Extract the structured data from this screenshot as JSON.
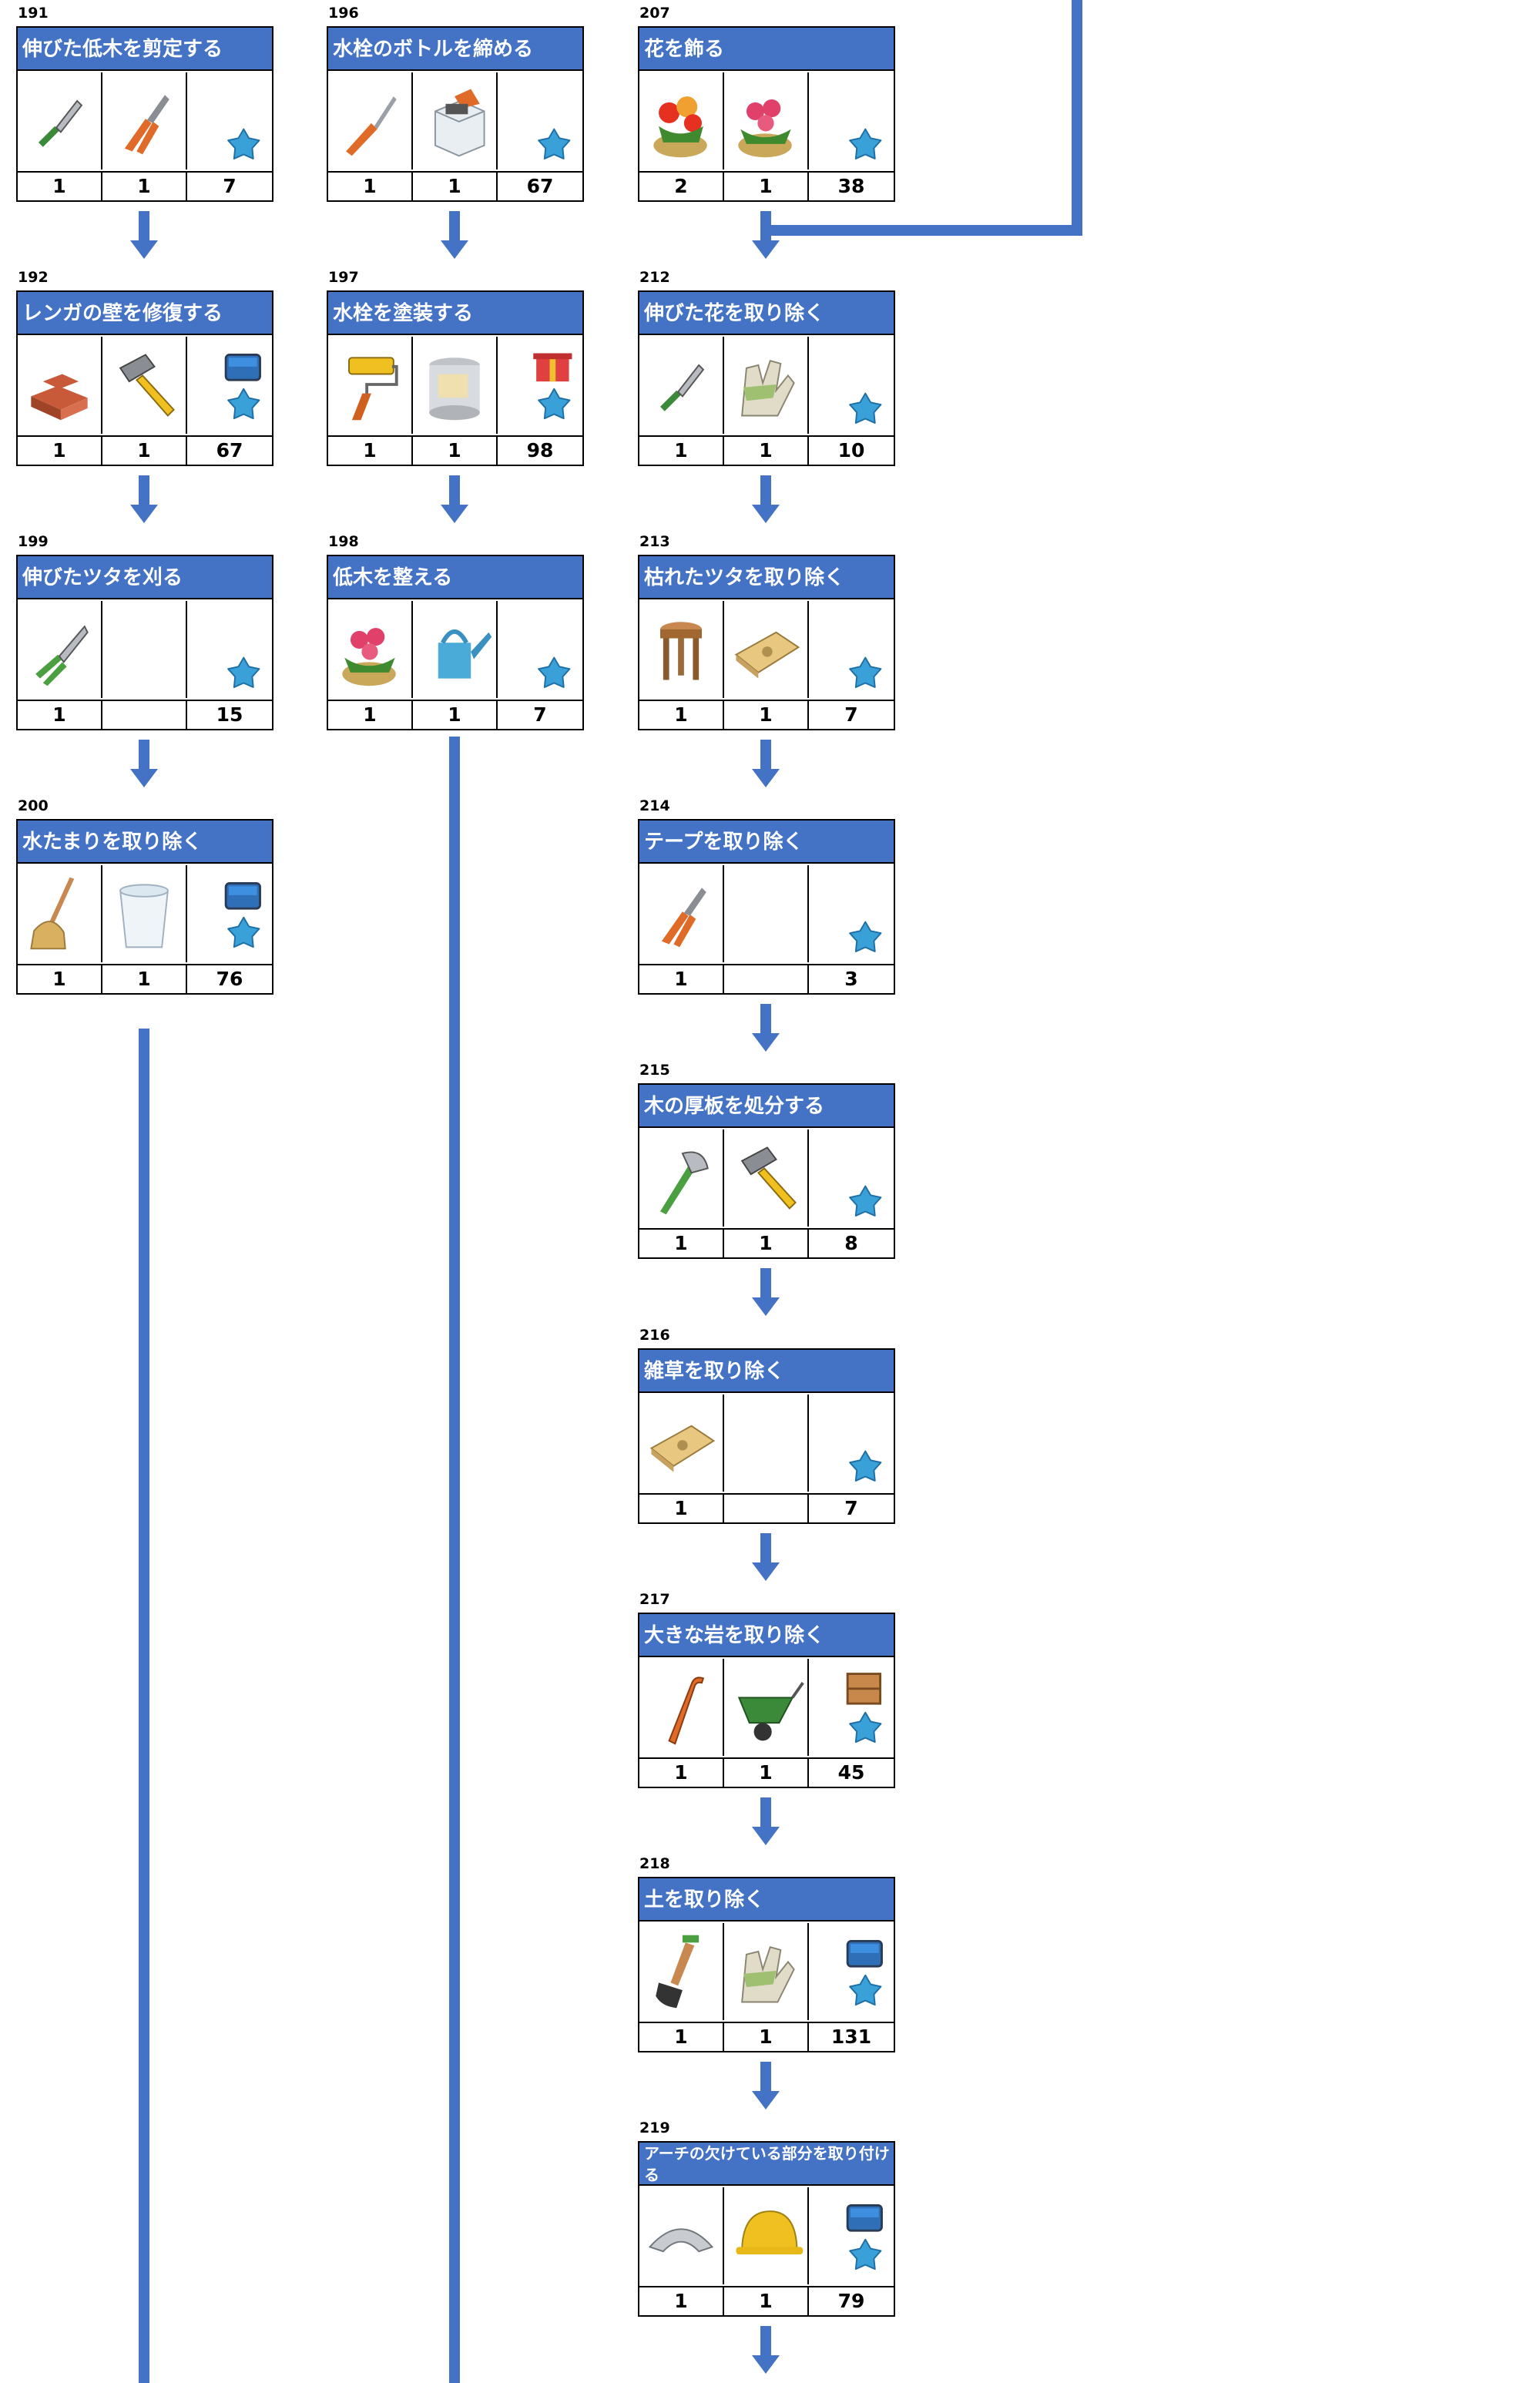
{
  "tasks": [
    {
      "id": "191",
      "title": "伸びた低木を剪定する",
      "items": [
        {
          "icon": "trowel-icon",
          "qty": "1"
        },
        {
          "icon": "pliers-icon",
          "qty": "1"
        },
        {
          "icon": "star-icon",
          "qty": "7"
        }
      ]
    },
    {
      "id": "196",
      "title": "水栓のボトルを締める",
      "items": [
        {
          "icon": "screwdriver-icon",
          "qty": "1"
        },
        {
          "icon": "nails-box-icon",
          "qty": "1"
        },
        {
          "icon": "star-icon",
          "qty": "67"
        }
      ]
    },
    {
      "id": "207",
      "title": "花を飾る",
      "items": [
        {
          "icon": "flower-pot-icon",
          "qty": "2"
        },
        {
          "icon": "rose-pot-icon",
          "qty": "1"
        },
        {
          "icon": "star-icon",
          "qty": "38"
        }
      ]
    },
    {
      "id": "192",
      "title": "レンガの壁を修復する",
      "items": [
        {
          "icon": "bricks-icon",
          "qty": "1"
        },
        {
          "icon": "hammer-icon",
          "qty": "1"
        },
        {
          "icon": "chest-star-icon",
          "qty": "67"
        }
      ]
    },
    {
      "id": "197",
      "title": "水栓を塗装する",
      "items": [
        {
          "icon": "paint-roller-icon",
          "qty": "1"
        },
        {
          "icon": "paint-can-icon",
          "qty": "1"
        },
        {
          "icon": "gift-star-icon",
          "qty": "98"
        }
      ]
    },
    {
      "id": "212",
      "title": "伸びた花を取り除く",
      "items": [
        {
          "icon": "trowel-icon",
          "qty": "1"
        },
        {
          "icon": "gloves-icon",
          "qty": "1"
        },
        {
          "icon": "star-icon",
          "qty": "10"
        }
      ]
    },
    {
      "id": "199",
      "title": "伸びたツタを刈る",
      "items": [
        {
          "icon": "shears-icon",
          "qty": "1"
        },
        {
          "icon": "",
          "qty": ""
        },
        {
          "icon": "star-icon",
          "qty": "15"
        }
      ]
    },
    {
      "id": "198",
      "title": "低木を整える",
      "items": [
        {
          "icon": "rose-pot-icon",
          "qty": "1"
        },
        {
          "icon": "watering-can-icon",
          "qty": "1"
        },
        {
          "icon": "star-icon",
          "qty": "7"
        }
      ]
    },
    {
      "id": "213",
      "title": "枯れたツタを取り除く",
      "items": [
        {
          "icon": "stool-icon",
          "qty": "1"
        },
        {
          "icon": "sack-icon",
          "qty": "1"
        },
        {
          "icon": "star-icon",
          "qty": "7"
        }
      ]
    },
    {
      "id": "200",
      "title": "水たまりを取り除く",
      "items": [
        {
          "icon": "mop-icon",
          "qty": "1"
        },
        {
          "icon": "bucket-icon",
          "qty": "1"
        },
        {
          "icon": "chest-star-icon",
          "qty": "76"
        }
      ]
    },
    {
      "id": "214",
      "title": "テープを取り除く",
      "items": [
        {
          "icon": "pliers-icon",
          "qty": "1"
        },
        {
          "icon": "",
          "qty": ""
        },
        {
          "icon": "star-icon",
          "qty": "3"
        }
      ]
    },
    {
      "id": "215",
      "title": "木の厚板を処分する",
      "items": [
        {
          "icon": "axe-icon",
          "qty": "1"
        },
        {
          "icon": "hammer-icon",
          "qty": "1"
        },
        {
          "icon": "star-icon",
          "qty": "8"
        }
      ]
    },
    {
      "id": "216",
      "title": "雑草を取り除く",
      "items": [
        {
          "icon": "sack-icon",
          "qty": "1"
        },
        {
          "icon": "",
          "qty": ""
        },
        {
          "icon": "star-icon",
          "qty": "7"
        }
      ]
    },
    {
      "id": "217",
      "title": "大きな岩を取り除く",
      "items": [
        {
          "icon": "crowbar-icon",
          "qty": "1"
        },
        {
          "icon": "wheelbarrow-icon",
          "qty": "1"
        },
        {
          "icon": "crate-star-icon",
          "qty": "45"
        }
      ]
    },
    {
      "id": "218",
      "title": "土を取り除く",
      "items": [
        {
          "icon": "shovel-icon",
          "qty": "1"
        },
        {
          "icon": "gloves-icon",
          "qty": "1"
        },
        {
          "icon": "chest-star-icon",
          "qty": "131"
        }
      ]
    },
    {
      "id": "219",
      "title": "アーチの欠けている部分を取り付ける",
      "items": [
        {
          "icon": "stone-arch-icon",
          "qty": "1"
        },
        {
          "icon": "hard-hat-icon",
          "qty": "1"
        },
        {
          "icon": "chest-star-icon",
          "qty": "79"
        }
      ]
    }
  ],
  "colors": {
    "accent": "#4472c4",
    "border": "#000000",
    "star": "#3aa0d8"
  }
}
